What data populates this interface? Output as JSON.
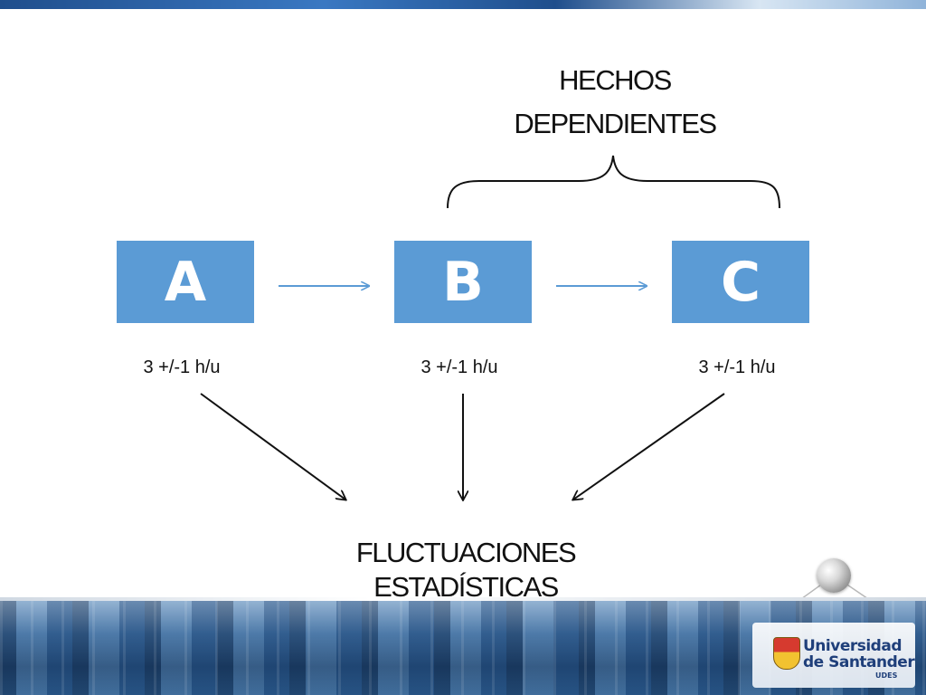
{
  "slide": {
    "top_label": [
      "HECHOS",
      "DEPENDIENTES"
    ],
    "nodes": [
      {
        "id": "A",
        "rate": "3 +/-1 h/u"
      },
      {
        "id": "B",
        "rate": "3 +/-1 h/u"
      },
      {
        "id": "C",
        "rate": "3 +/-1 h/u"
      }
    ],
    "result_label": [
      "FLUCTUACIONES",
      "ESTADÍSTICAS"
    ],
    "colors": {
      "box_fill": "#5b9bd5",
      "box_text": "#ffffff",
      "connector": "#5b9bd5",
      "arrow": "#111111"
    }
  },
  "footer": {
    "logo": {
      "line1": "Universidad",
      "line2": "de Santander",
      "abbr": "UDES"
    }
  }
}
